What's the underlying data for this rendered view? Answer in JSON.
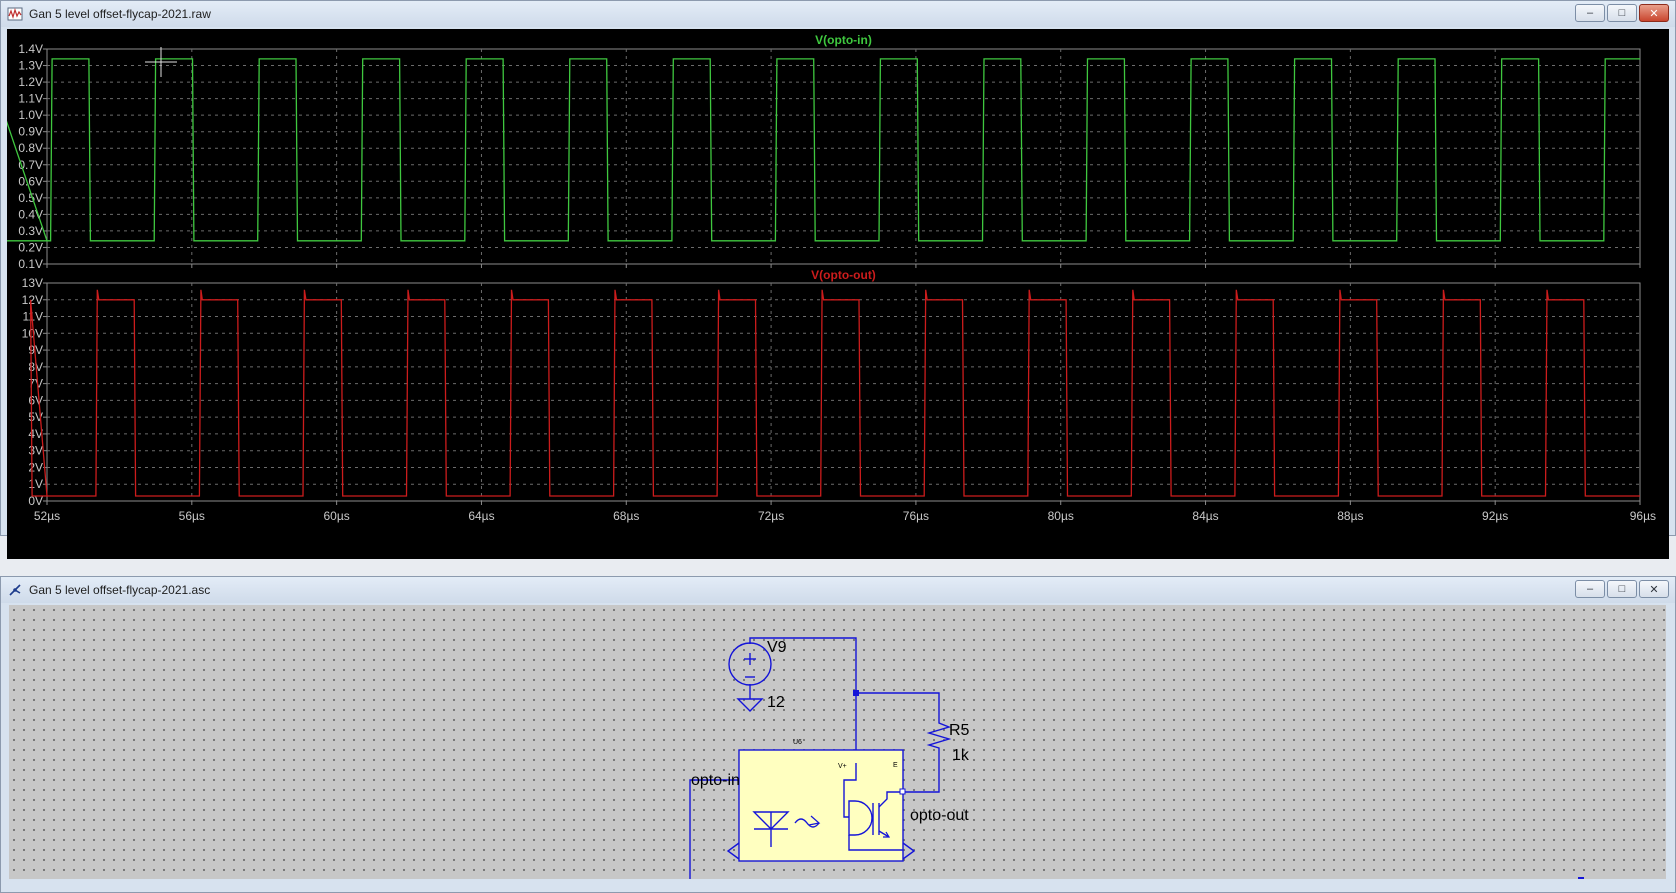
{
  "waveform_window": {
    "title": "Gan 5 level offset-flycap-2021.raw",
    "icon": "waveform-viewer-icon",
    "buttons": {
      "minimize": "–",
      "maximize": "□",
      "close": "✕"
    }
  },
  "schematic_window": {
    "title": "Gan 5 level offset-flycap-2021.asc",
    "icon": "schematic-editor-icon",
    "buttons": {
      "minimize": "–",
      "maximize": "□",
      "close": "✕"
    }
  },
  "colors": {
    "plot_background": "#000000",
    "trace_opto_in": "#3fc83f",
    "trace_opto_out": "#cc1c1c",
    "wire": "#1414d8",
    "component_fill": "#ffffc0"
  },
  "chart_data": [
    {
      "type": "line",
      "title": "V(opto-in)",
      "series": [
        {
          "name": "V(opto-in)",
          "color": "#3fc83f",
          "low": 0.24,
          "high": 1.34,
          "period_us": 2.86,
          "duty": 0.37,
          "first_rise_us": 52.1
        }
      ],
      "ylabel_ticks": [
        "1.4V",
        "1.3V",
        "1.2V",
        "1.1V",
        "1.0V",
        "0.9V",
        "0.8V",
        "0.7V",
        "0.6V",
        "0.5V",
        "0.4V",
        "0.3V",
        "0.2V",
        "0.1V"
      ],
      "ylim": [
        0.1,
        1.4
      ],
      "x_ticks": [
        "52µs",
        "56µs",
        "60µs",
        "64µs",
        "68µs",
        "72µs",
        "76µs",
        "80µs",
        "84µs",
        "88µs",
        "92µs",
        "96µs"
      ],
      "xlim": [
        52,
        96
      ],
      "grid": true
    },
    {
      "type": "line",
      "title": "V(opto-out)",
      "series": [
        {
          "name": "V(opto-out)",
          "color": "#cc1c1c",
          "low": 0.3,
          "high": 12.0,
          "period_us": 2.86,
          "duty": 0.37,
          "first_rise_us": 53.35
        }
      ],
      "ylabel_ticks": [
        "13V",
        "12V",
        "11V",
        "10V",
        "9V",
        "8V",
        "7V",
        "6V",
        "5V",
        "4V",
        "3V",
        "2V",
        "1V",
        "0V"
      ],
      "ylim": [
        0,
        13
      ],
      "x_ticks": [
        "52µs",
        "56µs",
        "60µs",
        "64µs",
        "68µs",
        "72µs",
        "76µs",
        "80µs",
        "84µs",
        "88µs",
        "92µs",
        "96µs"
      ],
      "xlim": [
        52,
        96
      ],
      "grid": true
    }
  ],
  "schematic": {
    "source_name": "V9",
    "source_value": "12",
    "resistor_name": "R5",
    "resistor_value": "1k",
    "net_in": "opto-in",
    "net_out": "opto-out",
    "opto_ref": "U6",
    "opto_pin_vplus": "V+",
    "opto_pin_e": "E"
  }
}
